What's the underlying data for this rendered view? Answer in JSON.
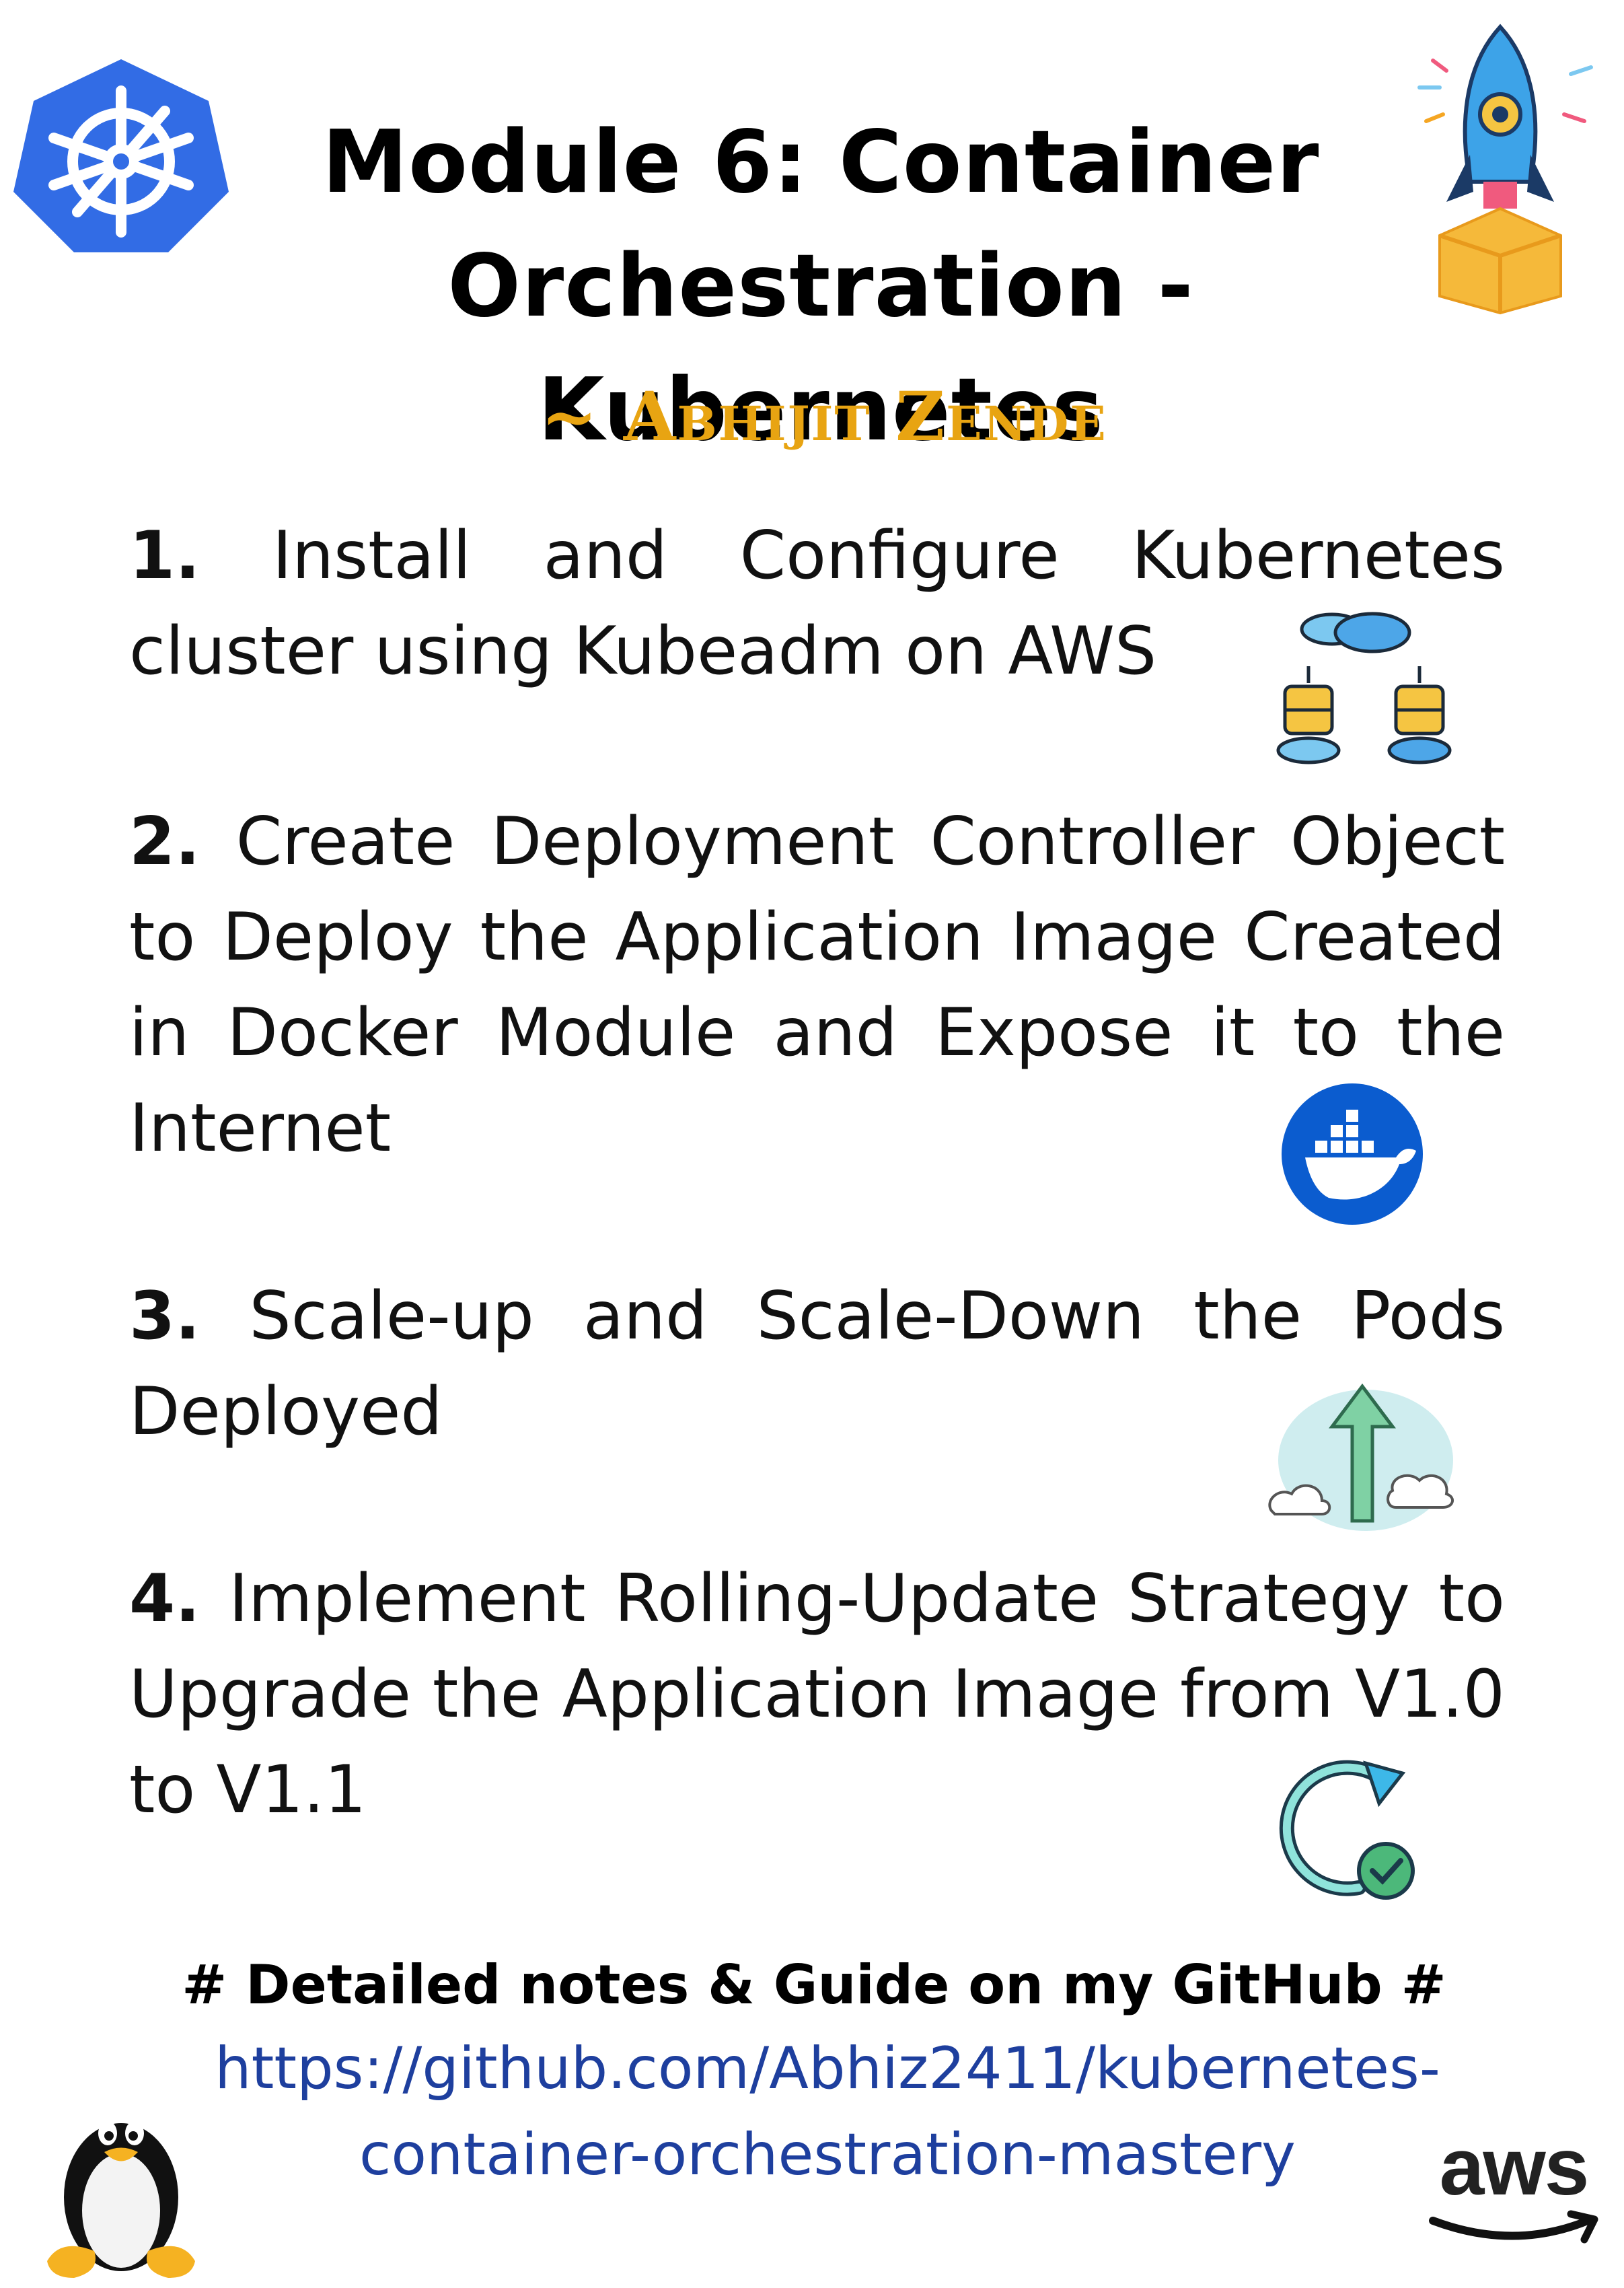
{
  "header": {
    "title_line1": "Module 6: Container",
    "title_line2": "Orchestration - Kubernetes",
    "author": "~ Abhijit Zende"
  },
  "items": [
    {
      "number": "1.",
      "text": "Install and Configure Kubernetes cluster using Kubeadm on AWS",
      "icon": "cloud-servers-icon"
    },
    {
      "number": "2.",
      "text": "Create Deployment Controller Object to Deploy the Application Image Created in Docker Module and Expose it to the Internet",
      "icon": "docker-icon"
    },
    {
      "number": "3.",
      "text": "Scale-up and Scale-Down the Pods Deployed",
      "icon": "scale-up-cloud-icon"
    },
    {
      "number": "4.",
      "text": "Implement Rolling-Update Strategy to Upgrade the Application Image from V1.0 to V1.1",
      "icon": "rolling-update-icon"
    }
  ],
  "footer": {
    "note": "# Detailed notes & Guide on my GitHub #",
    "link_line1": "https://github.com/Abhiz2411/kubernetes-",
    "link_line2": "container-orchestration-mastery"
  },
  "logos": {
    "aws_text": "aws",
    "kubernetes": "kubernetes-logo-icon",
    "rocket": "rocket-icon",
    "linux": "tux-penguin-icon"
  },
  "colors": {
    "author": "#E8A412",
    "link": "#1E3F9E",
    "kubernetes_blue": "#326CE5",
    "docker_blue": "#0B5CCF"
  }
}
